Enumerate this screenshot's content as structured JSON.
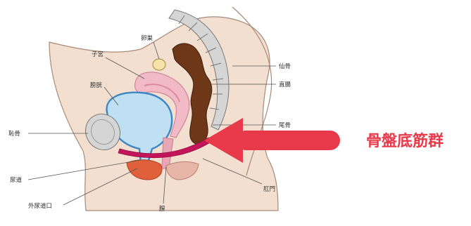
{
  "labels": {
    "ovary": "卵巣",
    "uterus": "子宮",
    "bladder": "膀胱",
    "pubis": "恥骨",
    "urethra": "尿道",
    "urethral_opening": "外尿道口",
    "vagina": "膣",
    "sacrum": "仙骨",
    "rectum": "直腸",
    "coccyx": "尾骨",
    "anus": "肛門"
  },
  "callout": {
    "text": "骨盤底筋群",
    "color": "#e8394a"
  },
  "colors": {
    "skin": "#f3dfd0",
    "skin_edge": "#a88a78",
    "bladder_fill": "#bfe0f2",
    "bladder_edge": "#3b86c4",
    "uterus": "#f2b9c6",
    "rectum": "#6e3818",
    "muscle": "#c5155a",
    "bone": "#d5d5d5"
  }
}
